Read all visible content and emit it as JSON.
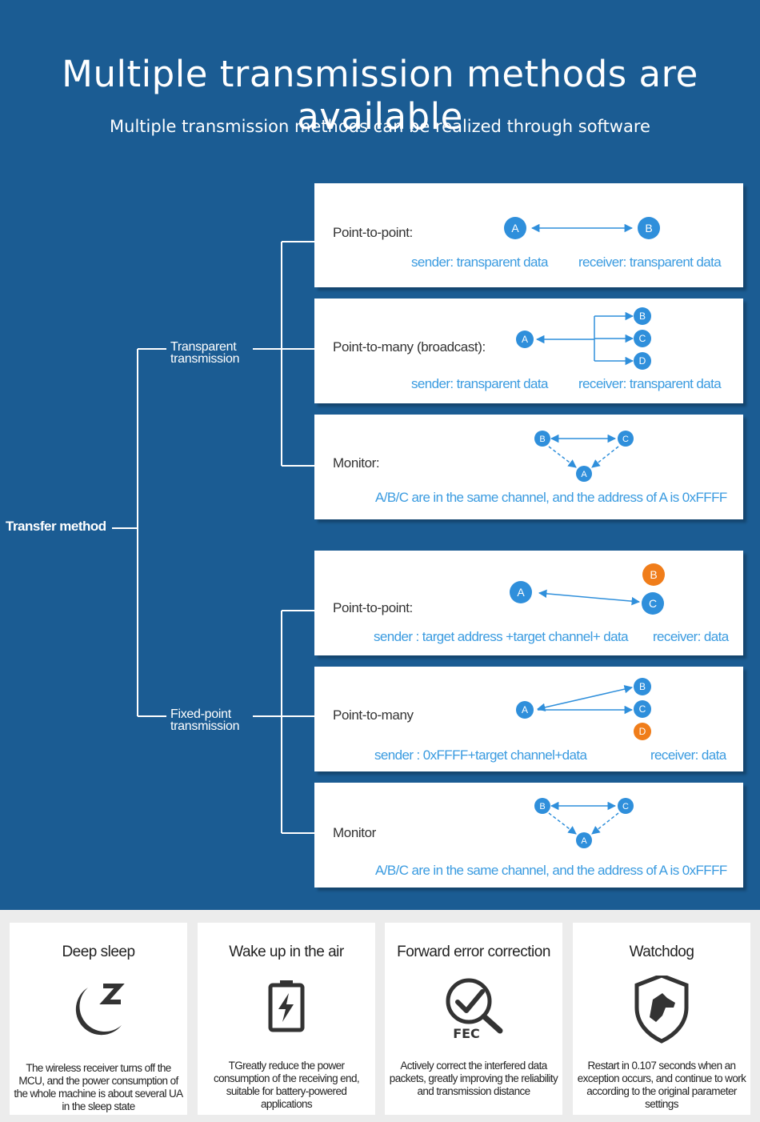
{
  "header": {
    "title": "Multiple transmission methods are available",
    "subtitle": "Multiple transmission methods can be realized through software"
  },
  "tree": {
    "root": "Transfer method",
    "transparent": [
      "Transparent",
      "transmission"
    ],
    "fixed": [
      "Fixed-point",
      "transmission"
    ]
  },
  "cards": {
    "tp_p2p": {
      "title": "Point-to-point:",
      "sender": "sender: transparent data",
      "receiver": "receiver: transparent data",
      "nodes": [
        "A",
        "B"
      ]
    },
    "tp_broadcast": {
      "title": "Point-to-many (broadcast):",
      "sender": "sender: transparent data",
      "receiver": "receiver: transparent data",
      "nodes": [
        "A",
        "B",
        "C",
        "D"
      ]
    },
    "tp_monitor": {
      "title": "Monitor:",
      "note": "A/B/C are in the same channel, and the address of A is 0xFFFF",
      "nodes": [
        "A",
        "B",
        "C"
      ]
    },
    "fp_p2p": {
      "title": "Point-to-point:",
      "sender": "sender : target address +target channel+ data",
      "receiver": "receiver: data",
      "nodes": [
        "A",
        "B",
        "C"
      ]
    },
    "fp_p2m": {
      "title": "Point-to-many",
      "sender": "sender : 0xFFFF+target channel+data",
      "receiver": "receiver: data",
      "nodes": [
        "A",
        "B",
        "C",
        "D"
      ]
    },
    "fp_monitor": {
      "title": "Monitor",
      "note": "A/B/C are in the same channel, and the address of A is 0xFFFF",
      "nodes": [
        "A",
        "B",
        "C"
      ]
    }
  },
  "colors": {
    "background": "#1b5c93",
    "node_blue": "#2f8fdb",
    "node_orange": "#f07d1a",
    "accent_text": "#3a9be0"
  },
  "features": [
    {
      "title": "Deep sleep",
      "icon": "moon-sleep-icon",
      "description": "The wireless receiver turns off the MCU, and the power consumption of the whole machine is about several UA in the sleep state"
    },
    {
      "title": "Wake up in the air",
      "icon": "battery-charge-icon",
      "description": "TGreatly reduce the power consumption of the receiving end, suitable for battery-powered applications"
    },
    {
      "title": "Forward error correction",
      "icon": "fec-magnifier-check-icon",
      "icon_label": "FEC",
      "description": "Actively correct the interfered data packets, greatly improving the reliability and transmission distance"
    },
    {
      "title": "Watchdog",
      "icon": "shield-dog-icon",
      "description": "Restart in 0.107 seconds when an exception occurs, and continue to work according to the original parameter settings"
    }
  ]
}
